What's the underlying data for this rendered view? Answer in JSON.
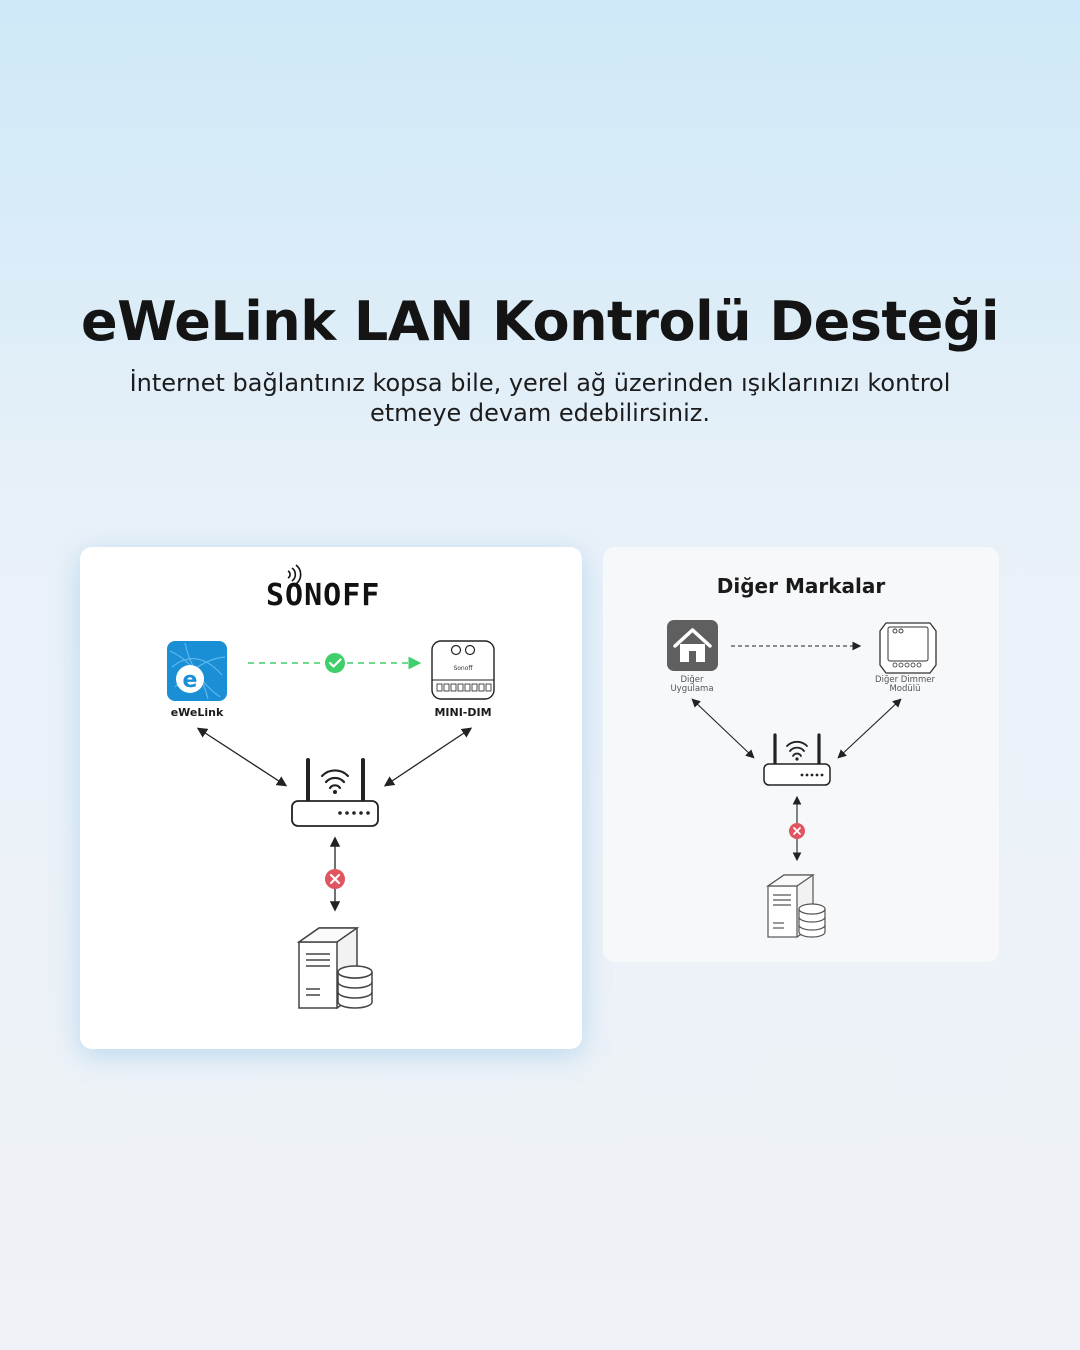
{
  "headline": "eWeLink LAN Kontrolü Desteği",
  "subtitle_line1": "İnternet bağlantınız kopsa bile, yerel ağ üzerinden ışıklarınızı kontrol",
  "subtitle_line2": "etmeye devam edebilirsiniz.",
  "sonoff_panel": {
    "brand_logo_text": "SONOFF",
    "app_icon_letter": "e",
    "app_label": "eWeLink",
    "device_brand_text": "Sonoff",
    "device_label": "MINI-DIM",
    "lan_link_status": "success",
    "cloud_link_status": "blocked"
  },
  "other_panel": {
    "title": "Diğer Markalar",
    "app_label_line1": "Diğer",
    "app_label_line2": "Uygulama",
    "device_label_line1": "Diğer Dimmer",
    "device_label_line2": "Modülü",
    "cloud_link_status": "blocked"
  },
  "colors": {
    "ewelink_blue": "#1a8fd6",
    "success_green": "#3ecf6a",
    "error_red": "#e05560",
    "line_dark": "#222222"
  }
}
